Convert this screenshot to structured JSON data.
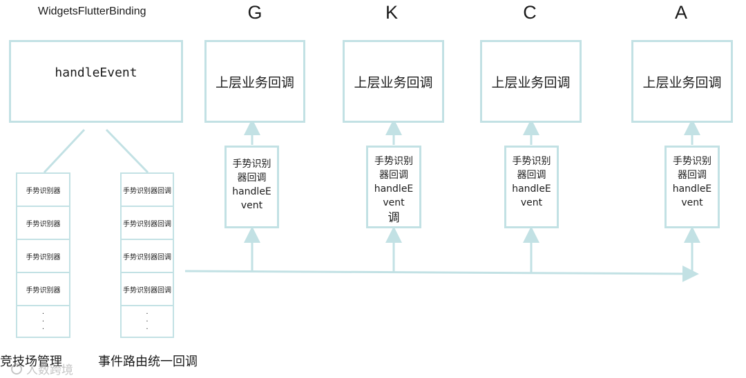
{
  "binding_title": "WidgetsFlutterBinding",
  "handle_event": "handleEvent",
  "columns": [
    {
      "letter": "G",
      "top_label": "上层业务回调",
      "gesture_lines": [
        "手势识别",
        "器回调",
        "handleE",
        "vent"
      ]
    },
    {
      "letter": "K",
      "top_label": "上层业务回调",
      "gesture_lines": [
        "手势识别",
        "器回调",
        "handleE",
        "vent",
        "调"
      ]
    },
    {
      "letter": "C",
      "top_label": "上层业务回调",
      "gesture_lines": [
        "手势识别",
        "器回调",
        "handleE",
        "vent"
      ]
    },
    {
      "letter": "A",
      "top_label": "上层业务回调",
      "gesture_lines": [
        "手势识别",
        "器回调",
        "handleE",
        "vent"
      ]
    }
  ],
  "left_stack": [
    "手势识别器",
    "手势识别器",
    "手势识别器",
    "手势识别器"
  ],
  "right_stack": [
    "手势识别器回调",
    "手势识别器回调",
    "手势识别器回调",
    "手势识别器回调"
  ],
  "stack_dots": "·",
  "bottom_labels": {
    "arena": "竞技场管理",
    "routing": "事件路由统一回调"
  },
  "watermark": "人数跨境"
}
